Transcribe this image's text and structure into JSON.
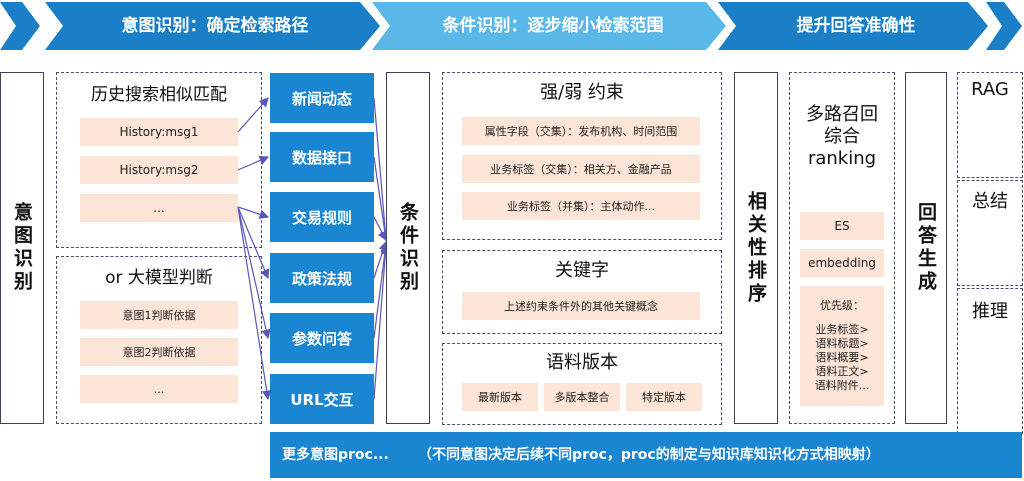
{
  "colors": {
    "banner_dark": "#1a7fc7",
    "banner_light": "#5ab8e8",
    "button_blue": "#1a85d0",
    "pill_peach": "#fce4d6",
    "arrow_purple": "#5a56b8"
  },
  "banner": {
    "step1": "意图识别：确定检索路径",
    "step2": "条件识别：逐步缩小检索范围",
    "step3": "提升回答准确性"
  },
  "intent": {
    "side_label": "意图识别",
    "history": {
      "title": "历史搜索相似匹配",
      "items": [
        "History:msg1",
        "History:msg2",
        "..."
      ]
    },
    "llm": {
      "title": "or 大模型判断",
      "items": [
        "意图1判断依据",
        "意图2判断依据",
        "..."
      ]
    }
  },
  "procs": [
    "新闻动态",
    "数据接口",
    "交易规则",
    "政策法规",
    "参数问答",
    "URL交互"
  ],
  "more_proc": "更多意图proc...      （不同意图决定后续不同proc，proc的制定与知识库知识化方式相映射）",
  "condition": {
    "side_label": "条件识别",
    "constraints": {
      "title": "强/弱 约束",
      "items": [
        "属性字段（交集）：发布机构、时间范围",
        "业务标签（交集）：相关方、金融产品",
        "业务标签（并集）：主体动作..."
      ]
    },
    "keywords": {
      "title": "关键字",
      "items": [
        "上述约束条件外的其他关键概念"
      ]
    },
    "corpus": {
      "title": "语料版本",
      "items": [
        "最新版本",
        "多版本整合",
        "特定版本"
      ]
    }
  },
  "ranking": {
    "side_label": "相关性排序",
    "title_line1": "多路召回",
    "title_line2": "综合",
    "title_line3": "ranking",
    "items": [
      "ES",
      "embedding"
    ],
    "priority_title": "优先级：",
    "priority_items": [
      "业务标签>",
      "语料标题>",
      "语料概要>",
      "语料正文>",
      "语料附件..."
    ]
  },
  "answer": {
    "side_label": "回答生成",
    "options": [
      "RAG",
      "总结",
      "推理"
    ]
  }
}
